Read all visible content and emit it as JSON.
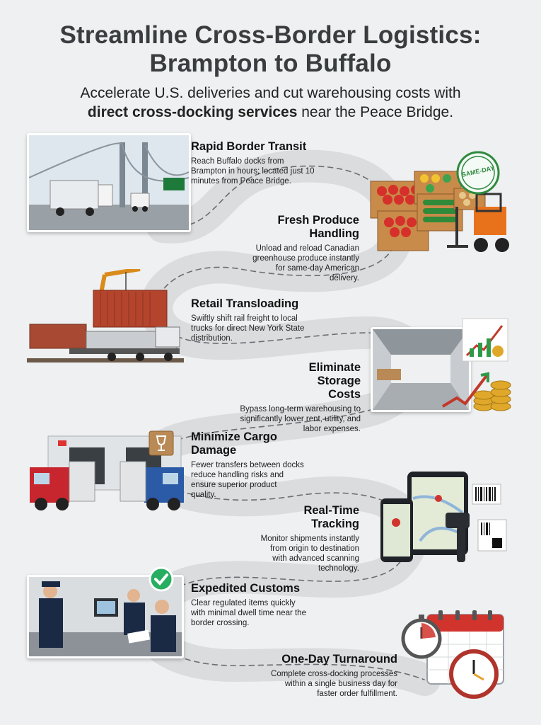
{
  "header": {
    "title_line1": "Streamline Cross-Border Logistics:",
    "title_line2": "Brampton to Buffalo",
    "subtitle_line1": "Accelerate U.S. deliveries and cut warehousing costs with",
    "subtitle_bold": "direct cross-docking services",
    "subtitle_end": "near the Peace Bridge."
  },
  "features": [
    {
      "title": "Rapid Border Transit",
      "text": "Reach Buffalo docks from Brampton in hours; located just 10 minutes from Peace Bridge."
    },
    {
      "title": "Fresh Produce Handling",
      "text": "Unload and reload Canadian greenhouse produce instantly for same-day American delivery."
    },
    {
      "title": "Retail Transloading",
      "text": "Swiftly shift rail freight to local trucks for direct New York State distribution."
    },
    {
      "title": "Eliminate Storage Costs",
      "text": "Bypass long-term warehousing to significantly lower rent, utility, and labor expenses."
    },
    {
      "title": "Minimize Cargo Damage",
      "text": "Fewer transfers between docks reduce handling risks and ensure superior product quality."
    },
    {
      "title": "Real-Time Tracking",
      "text": "Monitor shipments instantly from origin to destination with advanced scanning technology."
    },
    {
      "title": "Expedited Customs",
      "text": "Clear regulated items quickly with minimal dwell time near the border crossing."
    },
    {
      "title": "One-Day Turnaround",
      "text": "Complete cross-docking processes within a single business day for faster order fulfillment."
    }
  ],
  "badges": {
    "same_day": "SAME-DAY"
  },
  "colors": {
    "background": "#eef0f1",
    "road": "#d8dadc",
    "accent_green": "#27ae60",
    "accent_red": "#c0392b"
  }
}
